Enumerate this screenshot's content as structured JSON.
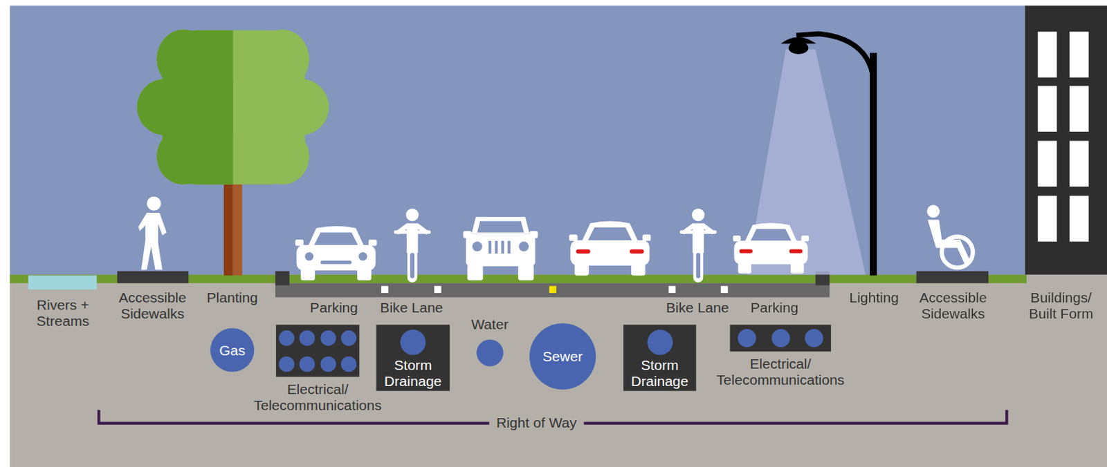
{
  "diagram": {
    "nodes": [
      {
        "text": [
          "Gas"
        ]
      },
      {
        "text": [
          "Electrical/ Telecommunications"
        ]
      },
      {
        "text": [
          "Storm Drainage"
        ]
      },
      {
        "text": [
          "Water"
        ]
      },
      {
        "text": [
          "Sewer"
        ]
      },
      {
        "text": [
          "Storm Drainage"
        ]
      },
      {
        "text": [
          "Electrical/ Telecommunications"
        ]
      }
    ],
    "edges": [],
    "labels": [
      "Rivers + Streams",
      "Accessible Sidewalks",
      "Planting",
      "Parking",
      "Bike Lane",
      "Bike Lane",
      "Parking",
      "Lighting",
      "Accessible Sidewalks",
      "Buildings/ Built Form",
      "Right of Way"
    ]
  }
}
